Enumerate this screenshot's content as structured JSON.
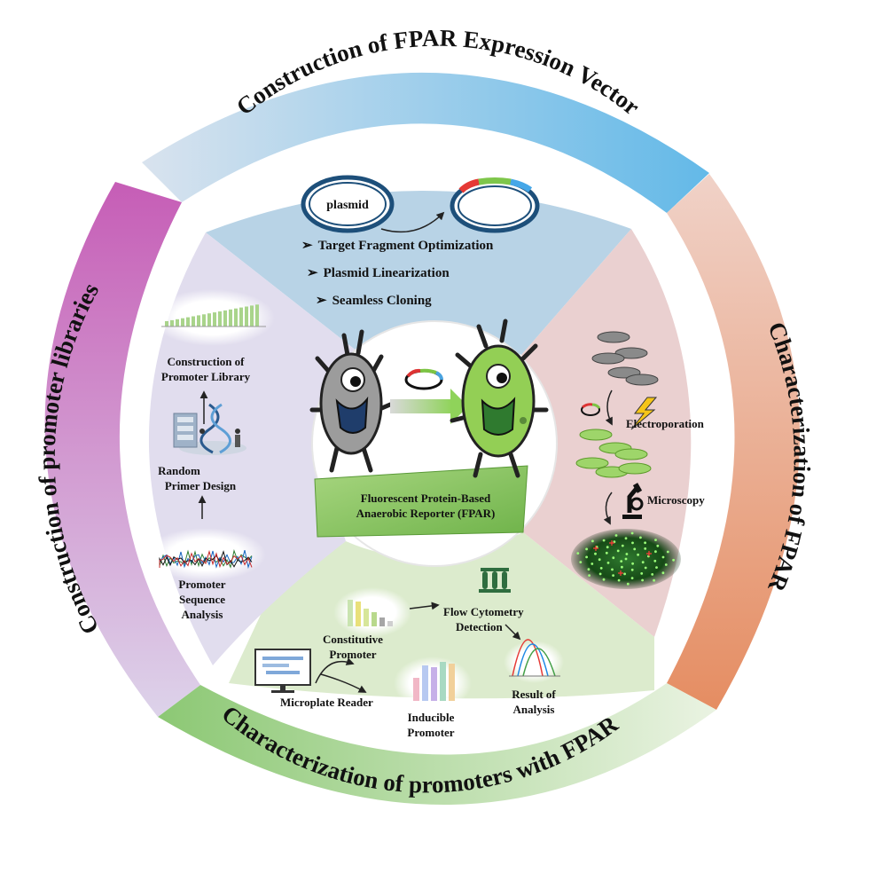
{
  "ring": {
    "top": {
      "title": "Construction of FPAR Expression Vector",
      "color_start": "#d8e2ee",
      "color_end": "#6fbfe9"
    },
    "right": {
      "title": "Characterization of FPAR",
      "color_start": "#efc9bd",
      "color_end": "#e7936a"
    },
    "bottom": {
      "title": "Characterization of promoters with FPAR",
      "color_start": "#e3efd8",
      "color_end": "#94c97c"
    },
    "left": {
      "title": "Construction of promoter libraries",
      "color_start": "#ddd2ea",
      "color_end": "#c85fb8"
    }
  },
  "top_panel": {
    "plasmid_label": "plasmid",
    "steps": [
      "Target Fragment Optimization",
      "Plasmid Linearization",
      "Seamless Cloning"
    ],
    "bullet": "➢"
  },
  "left_panel": {
    "library_label_1": "Construction of",
    "library_label_2": "Promoter Library",
    "primer_label_1": "Random",
    "primer_label_2": "Primer Design",
    "analysis_label_1": "Promoter",
    "analysis_label_2": "Sequence",
    "analysis_label_3": "Analysis"
  },
  "right_panel": {
    "electroporation": "Electroporation",
    "microscopy": "Microscopy"
  },
  "bottom_panel": {
    "constitutive_1": "Constitutive",
    "constitutive_2": "Promoter",
    "flow_1": "Flow Cytometry",
    "flow_2": "Detection",
    "microplate": "Microplate Reader",
    "inducible_1": "Inducible",
    "inducible_2": "Promoter",
    "result_1": "Result of",
    "result_2": "Analysis"
  },
  "center": {
    "label_1": "Fluorescent Protein-Based",
    "label_2": "Anaerobic Reporter (FPAR)"
  },
  "colors": {
    "top_panel": "#b9d3e6",
    "right_panel": "#ead0d0",
    "bottom_panel": "#dceacd",
    "left_panel": "#e0dcec",
    "green_cell": "#8fc94f",
    "gray_cell": "#9a9a9a"
  }
}
